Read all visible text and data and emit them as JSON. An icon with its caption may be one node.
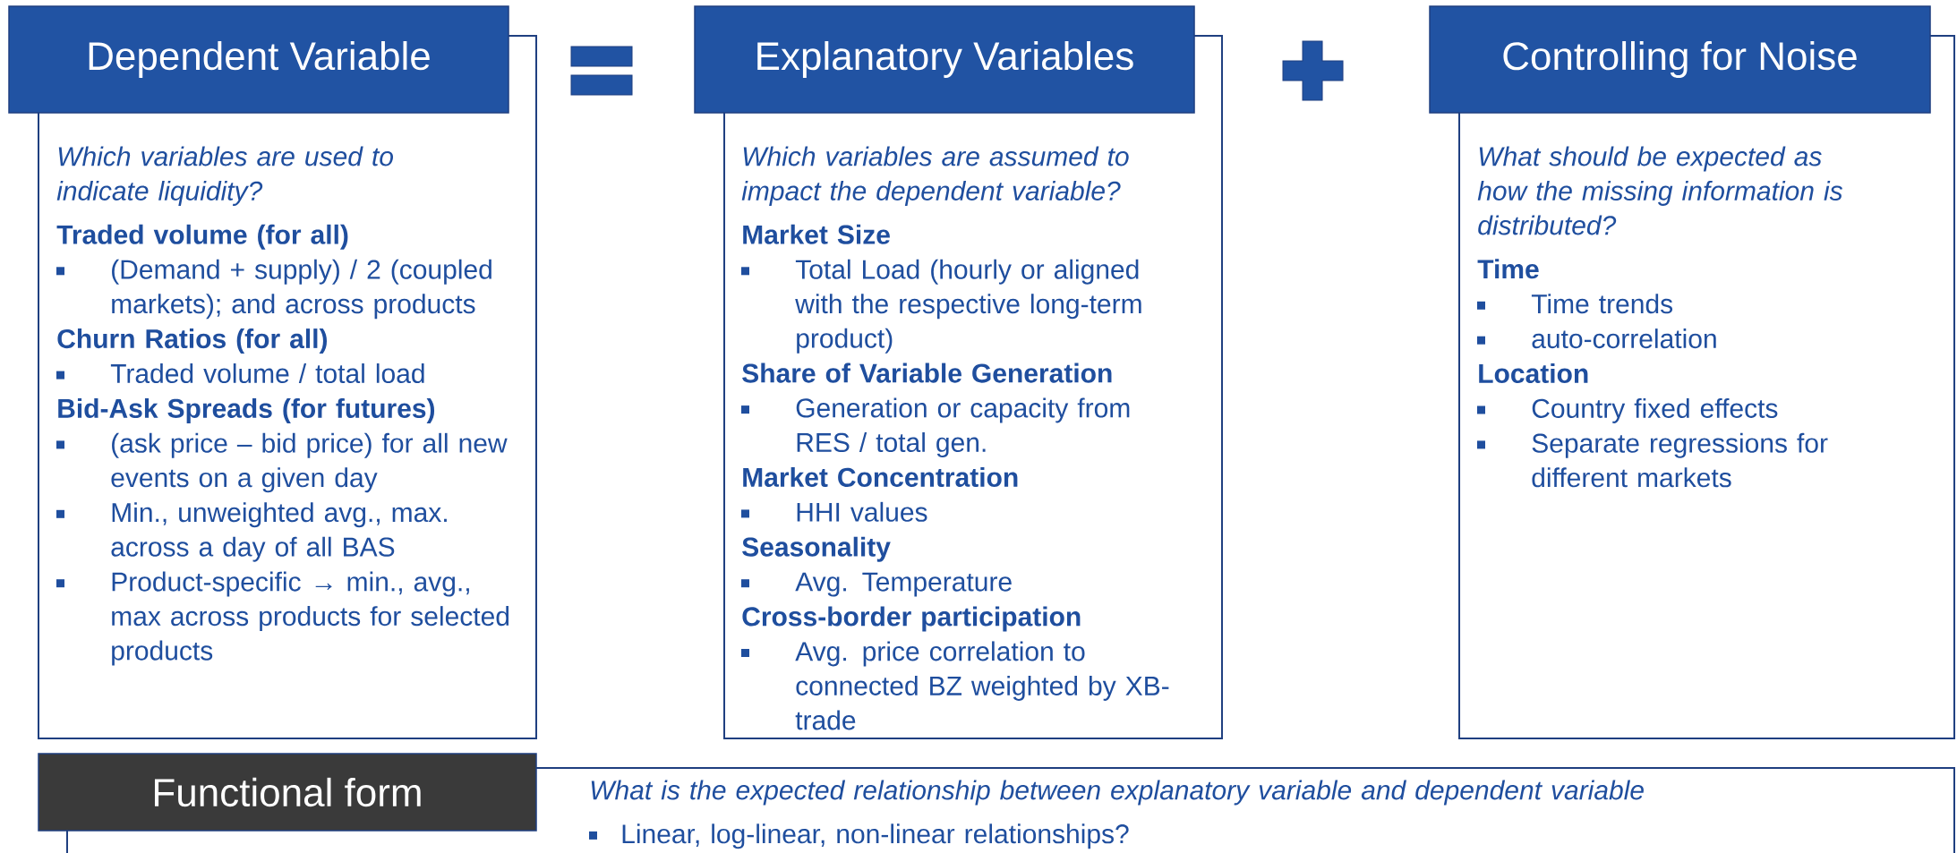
{
  "diagram": {
    "nodes": [
      {
        "text": [
          "Dependent Variable",
          "Which variables are used to indicate liquidity?",
          "Traded volume (for all)",
          "(Demand + supply) / 2 (coupled markets); and across products",
          "Churn Ratios (for all)",
          "Traded volume / total load",
          "Bid-Ask Spreads (for futures)",
          "(ask price – bid price) for all new events on a given day",
          "Min., unweighted avg., max. across a day of all BAS",
          "Product-specific → min., avg., max across products for selected products"
        ]
      },
      {
        "text": [
          "Explanatory Variables",
          "Which variables are assumed to impact the dependent variable?",
          "Market Size",
          "Total Load (hourly or aligned with the respective long-term product)",
          "Share of Variable Generation",
          "Generation or capacity from RES / total gen.",
          "Market Concentration",
          "HHI values",
          "Seasonality",
          "Avg. Temperature",
          "Cross-border participation",
          "Avg. price correlation to connected BZ weighted by XB-trade"
        ]
      },
      {
        "text": [
          "Controlling for Noise",
          "What should be expected as how the missing information is distributed?",
          "Time",
          "Time trends",
          "auto-correlation",
          "Location",
          "Country fixed effects",
          "Separate regressions for different markets"
        ]
      },
      {
        "text": [
          "Functional form",
          "What is the expected relationship between explanatory variable and dependent variable",
          "Linear, log-linear, non-linear relationships?"
        ]
      }
    ]
  }
}
